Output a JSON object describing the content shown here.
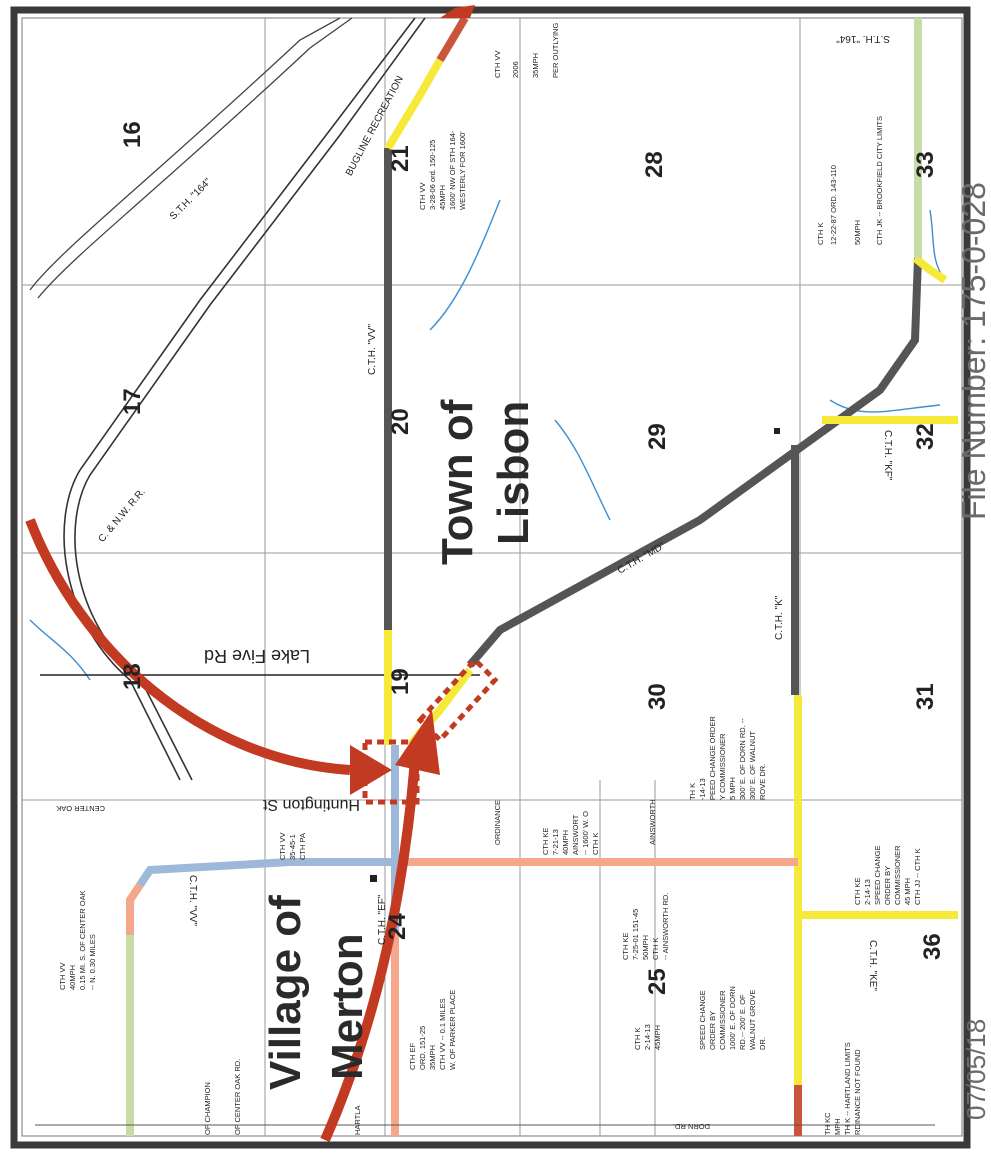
{
  "colors": {
    "frame": "#3a3a3a",
    "grid": "#9a9a9a",
    "road_gray": "#555555",
    "speed_yellow": "#f5ea3a",
    "speed_green": "#c8dca8",
    "speed_blue": "#9db8d8",
    "speed_salmon": "#f4a78a",
    "speed_red": "#c8553c",
    "arrow_red": "#c23a22",
    "water": "#3a8fd6"
  },
  "sections": [
    "16",
    "17",
    "18",
    "19",
    "20",
    "21",
    "28",
    "29",
    "30",
    "31",
    "32",
    "33",
    "24",
    "25",
    "36"
  ],
  "place_labels": {
    "town_line1": "Town of",
    "town_line2": "Lisbon",
    "village_line1": "Village of",
    "village_line2": "Merton"
  },
  "streets": {
    "lake_five": "Lake Five Rd",
    "huntington": "Huntington St"
  },
  "road_labels": {
    "sth164_top": "S.T.H. \"164\"",
    "sth164_left": "S.T.H. \"164\"",
    "cth_vv": "C.T.H. \"VV\"",
    "cth_md": "C.T.H. \"MD\"",
    "cth_k": "C.T.H. \"K\"",
    "cth_ke": "C.T.H. \"KE\"",
    "cth_kf": "C.T.H. \"KF\"",
    "cth_ef": "C.T.H. \"EF\"",
    "cth_vv_small": "C.T.H. \"VV\"",
    "railroad": "C. & N.W. R.R.",
    "bugline": "BUGLINE RECREATION"
  },
  "notes": {
    "vv_ord1": "CTH VV",
    "vv_ord2": "2006",
    "vv_ord3": "35MPH",
    "vv_ord4": "PER OUTLYING",
    "vv_a1": "CTH VV",
    "vv_a2": "3-28-06 ord. 150-125",
    "vv_a3": "45MPH",
    "vv_a4": "1600' NW OF STH 164-",
    "vv_a5": "WESTERLY FOR 1600'",
    "k_a1": "CTH K",
    "k_a2": "12-22-87 ORD. 143-110",
    "k_a3": "50MPH",
    "k_a4": "CTH JK -- BROOKFIELD CITY LIMITS",
    "k_b1": "TH K",
    "k_b2": "-14-13",
    "k_b3": "PEED CHANGE ORDER",
    "k_b4": "Y COMMISSIONER",
    "k_b5": "5 MPH",
    "k_b6": "300' E. OF DORN RD. --",
    "k_b7": "300' E. OF WALNUT",
    "k_b8": "ROVE DR.",
    "ke_a1": "CTH KE",
    "ke_a2": "2-14-13",
    "ke_a3": "SPEED CHANGE",
    "ke_a4": "ORDER BY",
    "ke_a5": "COMMISSIONER",
    "ke_a6": "45 MPH",
    "ke_a7": "CTH JJ -- CTH K",
    "ke_b1": "CTH KE",
    "ke_b2": "7-25-01  151-45",
    "ke_b3": "50MPH",
    "ke_b4": "CTH K",
    "ke_b5": "-- AINSWORTH RD.",
    "ke_c1": "CTH KE",
    "ke_c2": "7-21-13",
    "ke_c3": "40MPH",
    "ke_c4": "AINSWORT",
    "ke_c5": "-- 1600' W. O",
    "ke_c6": "CTH K",
    "k_c1": "CTH K",
    "k_c2": "2-14-13",
    "k_c3": "45MPH",
    "k_c4": "SPEED CHANGE",
    "k_c5": "ORDER BY",
    "k_c6": "COMMISSIONER",
    "k_c7": "1000' E. OF DORN",
    "k_c8": "RD.-- 200' E. OF",
    "k_c9": "WALNUT GROVE",
    "k_c10": "DR.",
    "vv_b1": "CTH VV",
    "vv_b2": "40MPH",
    "vv_b3": "0.15 MI. S. OF CENTER OAK",
    "vv_b4": "-- N. 0.30 MILES",
    "ef_a1": "CTH EF",
    "ef_a2": "ORD. 151-25",
    "ef_a3": "35MPH",
    "ef_a4": "CTH VV -- 0.1 MILES",
    "ef_a5": "W. OF PARKER PLACE",
    "vv_c1": "CTH VV",
    "vv_c2": "35-45-1",
    "vv_c3": "CTH PA",
    "kc1": "TH KC",
    "kc2": "MPH",
    "kc3": "TH K -- HARTLAND LIMITS",
    "kc4": "RDINANCE NOT FOUND",
    "ordnance": "ORDINANCE",
    "ainsworth": "AINSWORTH",
    "champion": "OF CHAMPION",
    "center_oak": "OF CENTER OAK RD.",
    "hartland": "HARTLA",
    "center_oak_small": "CENTER OAK",
    "dorn": "DORN RD."
  },
  "stamps": {
    "file_number": "File Number: 175-0-028",
    "date": "07/05/18"
  }
}
